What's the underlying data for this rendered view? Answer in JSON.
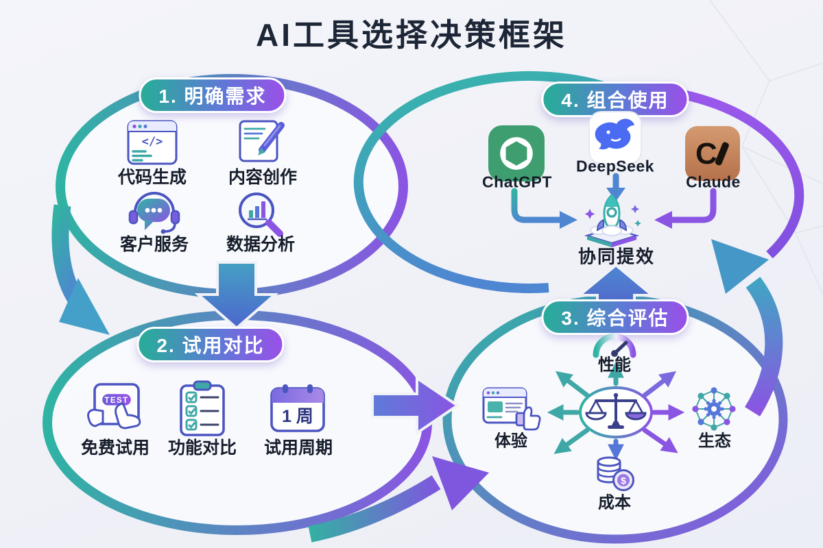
{
  "title": "AI工具选择决策框架",
  "sections": {
    "s1": {
      "badge": "1. 明确需求",
      "items": [
        {
          "label": "代码生成",
          "icon": "code-window-icon"
        },
        {
          "label": "内容创作",
          "icon": "pen-document-icon"
        },
        {
          "label": "客户服务",
          "icon": "headset-chat-icon"
        },
        {
          "label": "数据分析",
          "icon": "magnifier-chart-icon"
        }
      ]
    },
    "s2": {
      "badge": "2. 试用对比",
      "items": [
        {
          "label": "免费试用",
          "icon": "tablet-test-icon",
          "button_text": "TEST"
        },
        {
          "label": "功能对比",
          "icon": "checklist-icon"
        },
        {
          "label": "试用周期",
          "icon": "calendar-icon",
          "calendar_text": "1 周"
        }
      ]
    },
    "s3": {
      "badge": "3. 综合评估",
      "center_icon": "balance-scale-icon",
      "items": [
        {
          "label": "性能",
          "icon": "gauge-icon",
          "position": "top"
        },
        {
          "label": "体验",
          "icon": "browser-thumbsup-icon",
          "position": "left"
        },
        {
          "label": "生态",
          "icon": "network-gear-icon",
          "position": "right"
        },
        {
          "label": "成本",
          "icon": "coins-icon",
          "position": "bottom",
          "coin_symbol": "$"
        }
      ]
    },
    "s4": {
      "badge": "4. 组合使用",
      "tools": [
        {
          "label": "ChatGPT",
          "icon": "chatgpt-logo"
        },
        {
          "label": "DeepSeek",
          "icon": "deepseek-logo"
        },
        {
          "label": "Claude",
          "icon": "claude-logo"
        }
      ],
      "result": {
        "label": "协同提效",
        "icon": "rocket-launch-icon"
      }
    }
  },
  "colors": {
    "background": "#f1f2f7",
    "teal": "#2FB3A3",
    "purple": "#8A55E2",
    "blue": "#4E86D2",
    "indigo": "#4b55c0",
    "title_text": "#1d2636",
    "chatgpt_green": "#3E9E70",
    "deepseek_blue": "#4a6bf2",
    "claude_copper": "#C98A64"
  }
}
